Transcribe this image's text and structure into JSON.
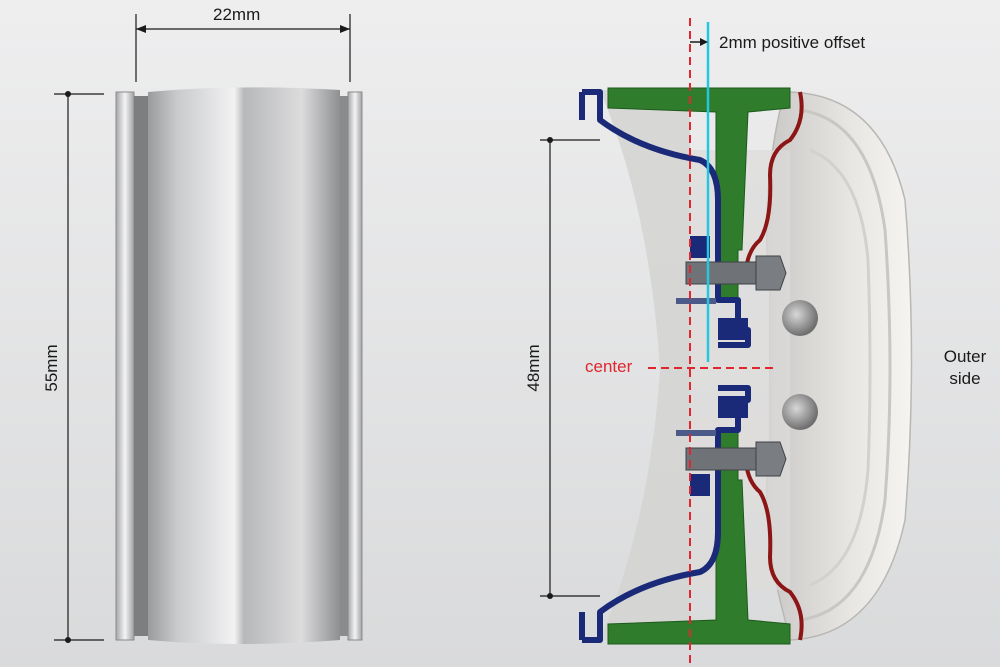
{
  "labels": {
    "width_dim": "22mm",
    "height_dim": "55mm",
    "inner_dim": "48mm",
    "offset": "2mm positive offset",
    "center": "center",
    "outer_side_line1": "Outer",
    "outer_side_line2": "side"
  },
  "colors": {
    "background": "#e6e7e8",
    "centerline": "#e0262e",
    "offset_line": "#25c6e0",
    "inner_barrel_outline": "#1b2a78",
    "hub_section": "#2f7d2c",
    "outer_barrel_outline": "#8c1515",
    "dimension_lines": "#1a1a1a"
  }
}
